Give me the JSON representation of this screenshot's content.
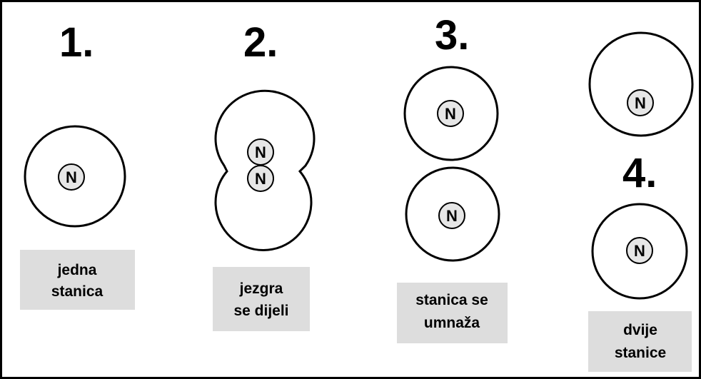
{
  "steps": [
    {
      "number": "1.",
      "caption_lines": [
        "jedna",
        "stanica"
      ],
      "nuclei": [
        "N"
      ]
    },
    {
      "number": "2.",
      "caption_lines": [
        "jezgra",
        "se dijeli"
      ],
      "nuclei": [
        "N",
        "N"
      ]
    },
    {
      "number": "3.",
      "caption_lines": [
        "stanica se",
        "umnaža"
      ],
      "nuclei": [
        "N",
        "N"
      ]
    },
    {
      "number": "4.",
      "caption_lines": [
        "dvije",
        "stanice"
      ],
      "nuclei": [
        "N",
        "N"
      ]
    }
  ],
  "colors": {
    "caption_box": "#dddddd",
    "nucleus_fill": "#e6e6e6",
    "outline": "#000000",
    "border": "#000000"
  }
}
